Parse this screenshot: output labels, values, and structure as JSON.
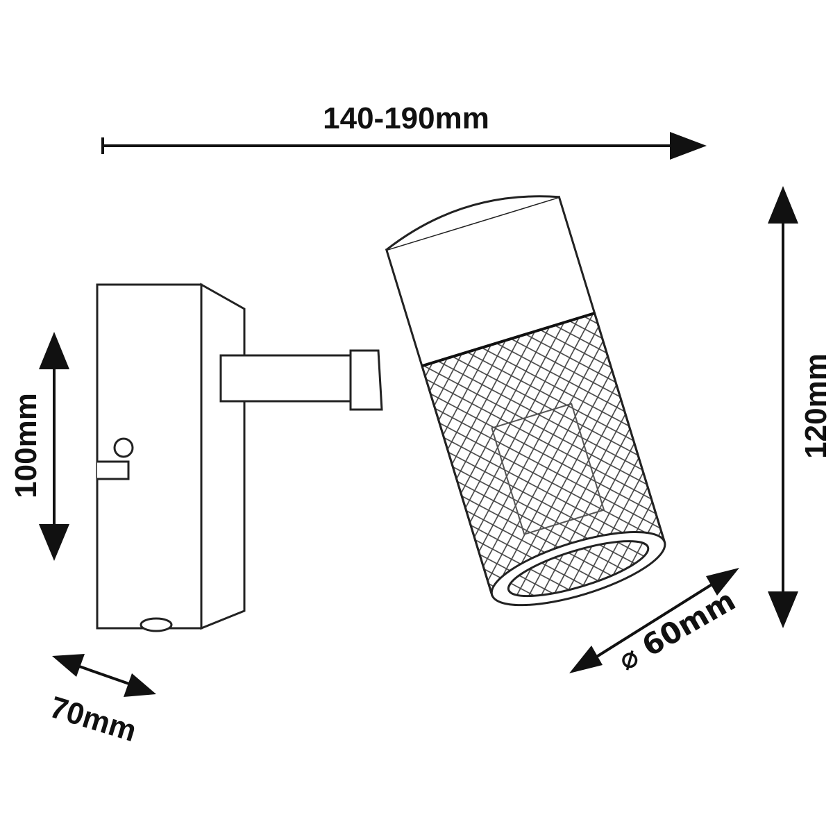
{
  "dimensions": {
    "width": "140-190mm",
    "height": "120mm",
    "plate_height": "100mm",
    "depth": "70mm",
    "diameter": "⌀ 60mm"
  }
}
